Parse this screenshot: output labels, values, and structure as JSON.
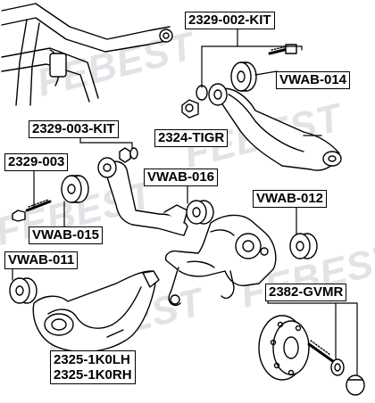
{
  "watermark": "FEBEST",
  "labels": {
    "l2329_002_kit": "2329-002-KIT",
    "vwab_014": "VWAB-014",
    "l2329_003_kit": "2329-003-KIT",
    "l2324_tigr": "2324-TIGR",
    "l2329_003": "2329-003",
    "vwab_016": "VWAB-016",
    "vwab_012": "VWAB-012",
    "vwab_015": "VWAB-015",
    "vwab_011": "VWAB-011",
    "l2382_gvmr": "2382-GVMR",
    "l2325_1k0lh": "2325-1K0LH",
    "l2325_1k0rh": "2325-1K0RH"
  }
}
